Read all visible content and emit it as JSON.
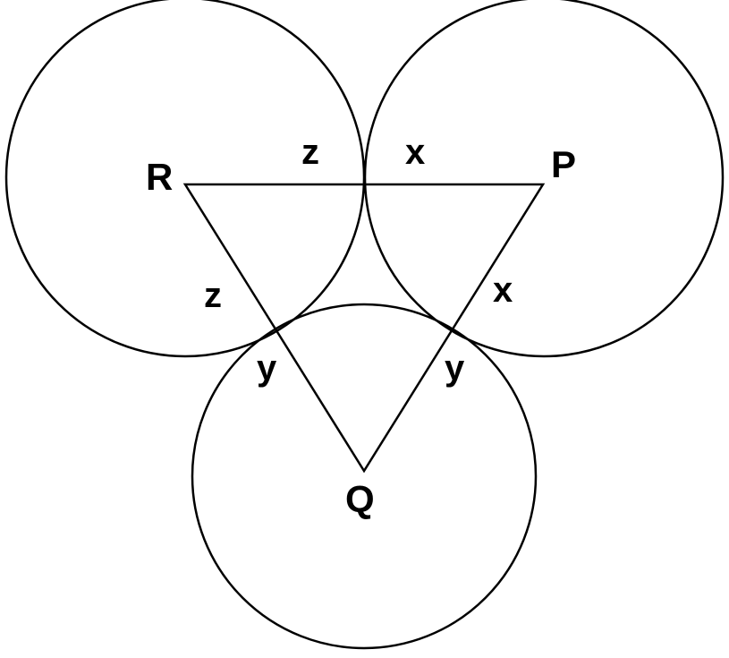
{
  "vertices": {
    "P": "P",
    "Q": "Q",
    "R": "R"
  },
  "segment_labels": {
    "z_top": "z",
    "x_top": "x",
    "z_left": "z",
    "x_right": "x",
    "y_left": "y",
    "y_right": "y"
  },
  "colors": {
    "stroke": "#000000",
    "background": "#ffffff"
  }
}
